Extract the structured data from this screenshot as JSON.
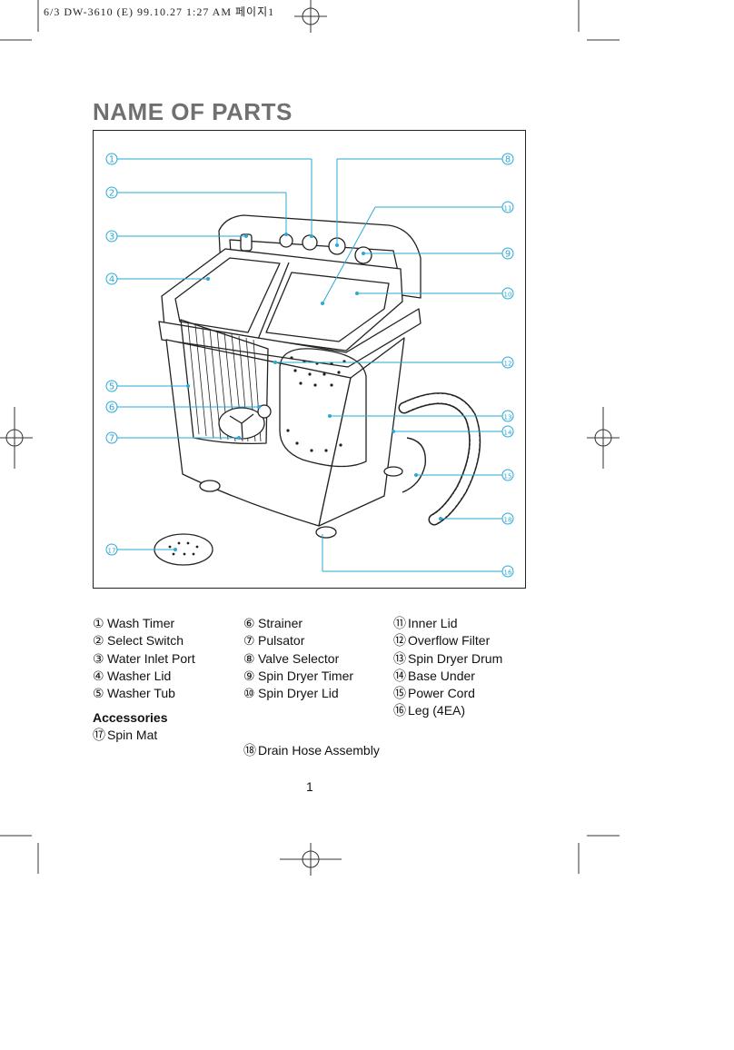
{
  "header": {
    "slug": "6/3 DW-3610 (E)  99.10.27 1:27 AM 페이지1"
  },
  "page": {
    "title": "NAME OF PARTS",
    "number": "1"
  },
  "colors": {
    "callout": "#2aa9d6",
    "title_gray": "#707070"
  },
  "callouts": [
    {
      "num": "1",
      "glyph": "①"
    },
    {
      "num": "2",
      "glyph": "②"
    },
    {
      "num": "3",
      "glyph": "③"
    },
    {
      "num": "4",
      "glyph": "④"
    },
    {
      "num": "5",
      "glyph": "⑤"
    },
    {
      "num": "6",
      "glyph": "⑥"
    },
    {
      "num": "7",
      "glyph": "⑦"
    },
    {
      "num": "8",
      "glyph": "⑧"
    },
    {
      "num": "9",
      "glyph": "⑨"
    },
    {
      "num": "10",
      "glyph": "⑩"
    },
    {
      "num": "11",
      "glyph": "⑪"
    },
    {
      "num": "12",
      "glyph": "⑫"
    },
    {
      "num": "13",
      "glyph": "⑬"
    },
    {
      "num": "14",
      "glyph": "⑭"
    },
    {
      "num": "15",
      "glyph": "⑮"
    },
    {
      "num": "16",
      "glyph": "⑯"
    },
    {
      "num": "17",
      "glyph": "⑰"
    },
    {
      "num": "18",
      "glyph": "⑱"
    }
  ],
  "parts": {
    "col1": [
      {
        "num": "①",
        "label": "Wash Timer"
      },
      {
        "num": "②",
        "label": "Select Switch"
      },
      {
        "num": "③",
        "label": "Water Inlet Port"
      },
      {
        "num": "④",
        "label": "Washer Lid"
      },
      {
        "num": "⑤",
        "label": "Washer Tub"
      }
    ],
    "col2": [
      {
        "num": "⑥",
        "label": "Strainer"
      },
      {
        "num": "⑦",
        "label": "Pulsator"
      },
      {
        "num": "⑧",
        "label": "Valve Selector"
      },
      {
        "num": "⑨",
        "label": "Spin Dryer Timer"
      },
      {
        "num": "⑩",
        "label": "Spin Dryer Lid"
      }
    ],
    "col3": [
      {
        "num": "⑪",
        "label": "Inner Lid"
      },
      {
        "num": "⑫",
        "label": "Overflow Filter"
      },
      {
        "num": "⑬",
        "label": "Spin Dryer Drum"
      },
      {
        "num": "⑭",
        "label": "Base Under"
      },
      {
        "num": "⑮",
        "label": "Power Cord"
      },
      {
        "num": "⑯",
        "label": "Leg (4EA)"
      }
    ],
    "accessories_heading": "Accessories",
    "accessories": [
      {
        "num": "⑰",
        "label": "Spin Mat"
      },
      {
        "num": "⑱",
        "label": "Drain Hose Assembly"
      }
    ]
  }
}
